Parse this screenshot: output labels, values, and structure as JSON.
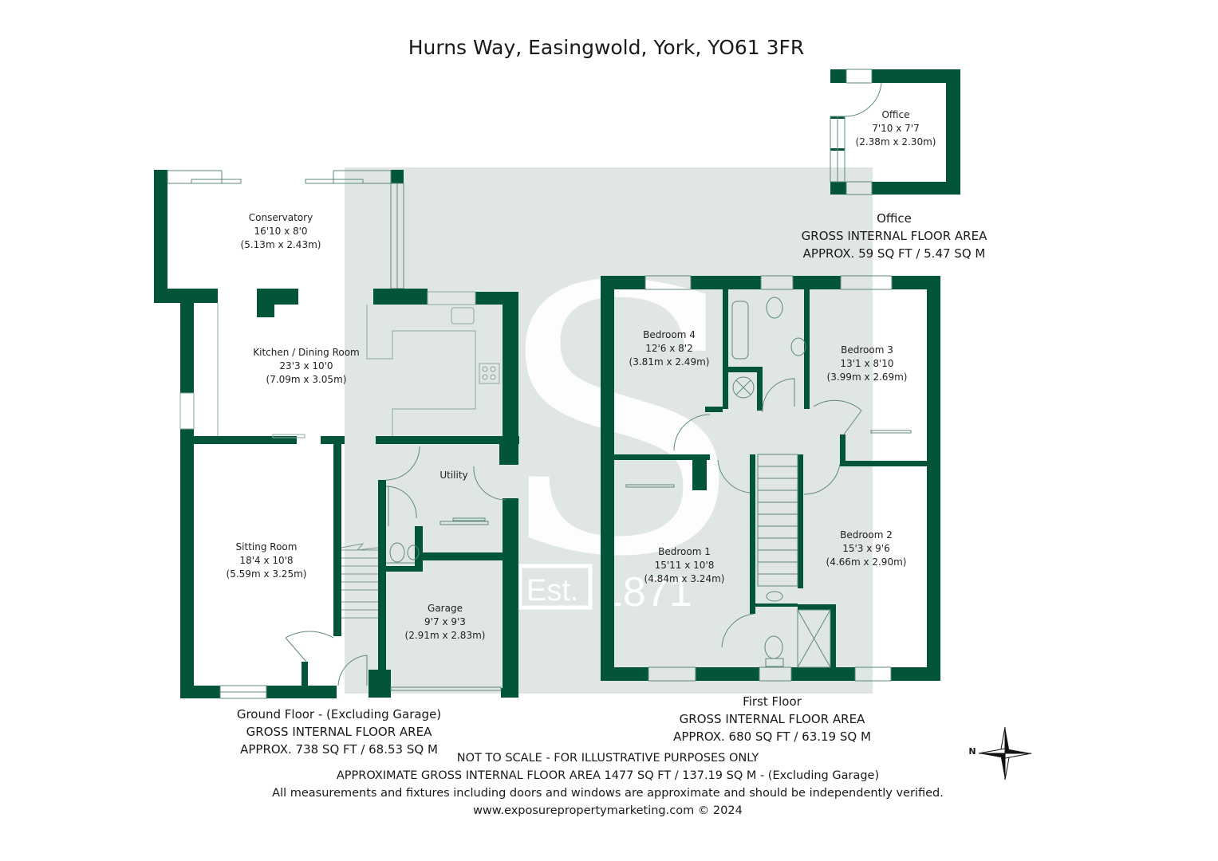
{
  "title": "Hurns Way, Easingwold, York, YO61 3FR",
  "colors": {
    "wall": "#02553a",
    "watermark_bg": "#dfe6e3",
    "fixture_line": "#5f8a7a",
    "text": "#1a1a1a"
  },
  "watermark": {
    "letter": "S",
    "est_label": "Est.",
    "year": "1871"
  },
  "rooms": [
    {
      "name": "Conservatory",
      "imperial": "16'10 x 8'0",
      "metric": "(5.13m x 2.43m)",
      "floor": "Ground Floor"
    },
    {
      "name": "Kitchen / Dining Room",
      "imperial": "23'3 x 10'0",
      "metric": "(7.09m x 3.05m)",
      "floor": "Ground Floor"
    },
    {
      "name": "Utility",
      "imperial": "",
      "metric": "",
      "floor": "Ground Floor"
    },
    {
      "name": "Sitting Room",
      "imperial": "18'4 x 10'8",
      "metric": "(5.59m x 3.25m)",
      "floor": "Ground Floor"
    },
    {
      "name": "Garage",
      "imperial": "9'7 x 9'3",
      "metric": "(2.91m x 2.83m)",
      "floor": "Ground Floor"
    },
    {
      "name": "Bedroom 4",
      "imperial": "12'6 x 8'2",
      "metric": "(3.81m x 2.49m)",
      "floor": "First Floor"
    },
    {
      "name": "Bedroom 3",
      "imperial": "13'1 x 8'10",
      "metric": "(3.99m x 2.69m)",
      "floor": "First Floor"
    },
    {
      "name": "Bedroom 1",
      "imperial": "15'11 x 10'8",
      "metric": "(4.84m x 3.24m)",
      "floor": "First Floor"
    },
    {
      "name": "Bedroom 2",
      "imperial": "15'3 x 9'6",
      "metric": "(4.66m x 2.90m)",
      "floor": "First Floor"
    },
    {
      "name": "Office",
      "imperial": "7'10 x 7'7",
      "metric": "(2.38m x 2.30m)",
      "floor": "Office"
    }
  ],
  "floor_areas": {
    "ground": {
      "heading": "Ground Floor - (Excluding Garage)",
      "label": "GROSS INTERNAL FLOOR AREA",
      "value": "APPROX. 738 SQ FT / 68.53 SQ M"
    },
    "first": {
      "heading": "First Floor",
      "label": "GROSS INTERNAL FLOOR AREA",
      "value": "APPROX. 680 SQ FT / 63.19 SQ M"
    },
    "office": {
      "heading": "Office",
      "label": "GROSS INTERNAL FLOOR AREA",
      "value": "APPROX. 59 SQ FT / 5.47 SQ M"
    }
  },
  "footer": {
    "line1": "NOT TO SCALE - FOR ILLUSTRATIVE PURPOSES ONLY",
    "line2": "APPROXIMATE GROSS INTERNAL FLOOR AREA 1477 SQ FT / 137.19 SQ M - (Excluding Garage)",
    "line3": "All measurements and fixtures including doors and windows are approximate and should be independently verified.",
    "line4": "www.exposurepropertymarketing.com © 2024"
  },
  "compass": {
    "label": "N",
    "icon": "compass-rose-icon"
  }
}
